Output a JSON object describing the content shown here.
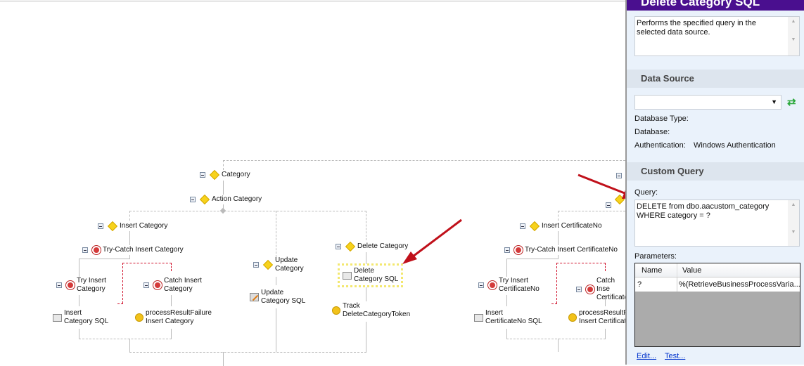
{
  "workflow": {
    "category": "Category",
    "action_category": "Action Category",
    "insert_category": "Insert Category",
    "try_catch_insert_category": "Try-Catch Insert Category",
    "try_insert_category": "Try Insert\nCategory",
    "catch_insert_category": "Catch Insert\nCategory",
    "insert_category_sql": "Insert\nCategory SQL",
    "process_result_failure_category": "processResultFailure\nInsert Category",
    "update_category": "Update\nCategory",
    "update_category_sql": "Update\nCategory SQL",
    "delete_category": "Delete Category",
    "delete_category_sql": "Delete\nCategory SQL",
    "track_delete_category_token": "Track\nDeleteCategoryToken",
    "insert_certificate_no": "Insert CertificateNo",
    "try_catch_insert_certificate_no": "Try-Catch Insert CertificateNo",
    "try_insert_certificate_no": "Try Insert\nCertificateNo",
    "catch_insert_certificate_no": "Catch Inse\nCertificate",
    "insert_certificate_no_sql": "Insert\nCertificateNo SQL",
    "process_result_failure_certificate": "processResultF\nInsert Certificat"
  },
  "panel": {
    "title": "Delete Category SQL",
    "description": "Performs the specified query in the selected data source.",
    "data_source_header": "Data Source",
    "database_type_label": "Database Type:",
    "database_label": "Database:",
    "authentication_label": "Authentication:",
    "authentication_value": "Windows Authentication",
    "custom_query_header": "Custom Query",
    "query_label": "Query:",
    "query_value": "DELETE from dbo.aacustom_category\nWHERE category = ?",
    "parameters_label": "Parameters:",
    "param_columns": [
      "Name",
      "Value"
    ],
    "param_rows": [
      [
        "?",
        "%(RetrieveBusinessProcessVaria..."
      ]
    ],
    "edit_link": "Edit...",
    "test_link": "Test..."
  },
  "colors": {
    "title_bar": "#4a0f8f",
    "annotation_arrow": "#c0101a"
  }
}
